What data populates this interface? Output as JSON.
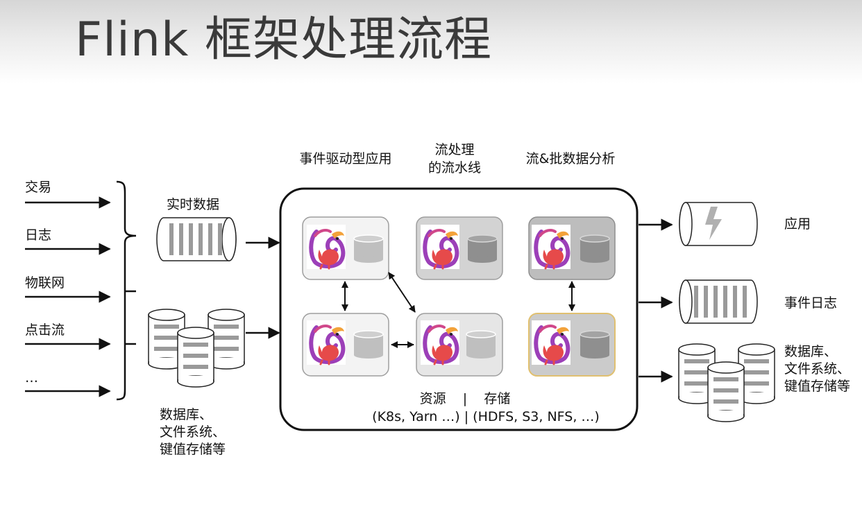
{
  "title": "Flink 框架处理流程",
  "sources": [
    "交易",
    "日志",
    "物联网",
    "点击流",
    "…"
  ],
  "inputs": {
    "realtime_data": "实时数据",
    "storage_lines": [
      "数据库、",
      "文件系统、",
      "键值存储等"
    ]
  },
  "columns": {
    "event_driven": "事件驱动型应用",
    "pipeline_lines": [
      "流处理",
      "的流水线"
    ],
    "analytics": "流&批数据分析"
  },
  "resources": {
    "line1": "资源    |    存储",
    "line2": "(K8s, Yarn …) | (HDFS, S3, NFS, …)"
  },
  "outputs": {
    "application": "应用",
    "event_log": "事件日志",
    "storage_lines": [
      "数据库、",
      "文件系统、",
      "键值存储等"
    ]
  },
  "icons": {
    "flink": "flink-squirrel-icon",
    "state": "database-cylinder-icon",
    "log": "log-queue-icon",
    "app": "app-lightning-icon"
  },
  "colors": {
    "title": "#3a3a3a",
    "card_light": "#f3f3f3",
    "card_mid": "#d3d3d3",
    "card_dark": "#bdbdbd",
    "card_highlight_border": "#e0c070",
    "cylinder": "#bfbfbf",
    "cylinder_dark": "#8f8f8f",
    "flink_purple": "#9c3fb8",
    "flink_red": "#e64a4a",
    "flink_orange": "#f3a23a"
  }
}
